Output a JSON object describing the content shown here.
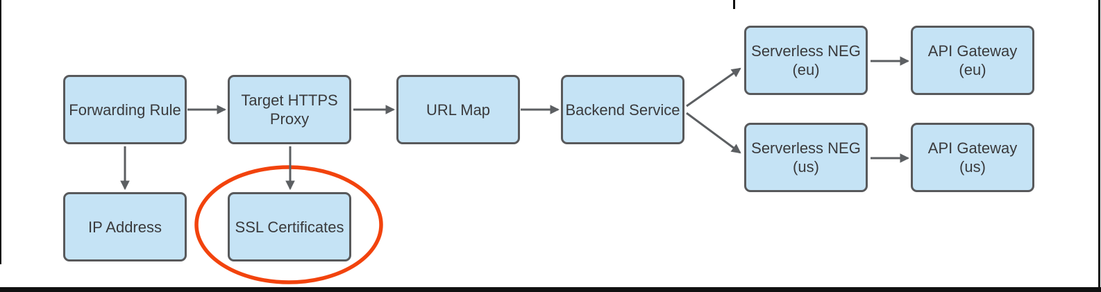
{
  "diagram": {
    "nodes": [
      {
        "id": "forwarding-rule",
        "label": "Forwarding Rule",
        "lines": [
          "Forwarding Rule"
        ]
      },
      {
        "id": "target-https-proxy",
        "label": "Target HTTPS Proxy",
        "lines": [
          "Target HTTPS",
          "Proxy"
        ]
      },
      {
        "id": "url-map",
        "label": "URL Map",
        "lines": [
          "URL Map"
        ]
      },
      {
        "id": "backend-service",
        "label": "Backend Service",
        "lines": [
          "Backend Service"
        ]
      },
      {
        "id": "serverless-neg-eu",
        "label": "Serverless NEG (eu)",
        "lines": [
          "Serverless NEG",
          "(eu)"
        ]
      },
      {
        "id": "api-gateway-eu",
        "label": "API Gateway (eu)",
        "lines": [
          "API Gateway",
          "(eu)"
        ]
      },
      {
        "id": "serverless-neg-us",
        "label": "Serverless NEG (us)",
        "lines": [
          "Serverless NEG",
          "(us)"
        ]
      },
      {
        "id": "api-gateway-us",
        "label": "API Gateway (us)",
        "lines": [
          "API Gateway",
          "(us)"
        ]
      },
      {
        "id": "ip-address",
        "label": "IP Address",
        "lines": [
          "IP Address"
        ]
      },
      {
        "id": "ssl-certificates",
        "label": "SSL Certificates",
        "lines": [
          "SSL Certificates"
        ],
        "highlighted": true
      }
    ],
    "edges": [
      {
        "from": "forwarding-rule",
        "to": "target-https-proxy"
      },
      {
        "from": "target-https-proxy",
        "to": "url-map"
      },
      {
        "from": "url-map",
        "to": "backend-service"
      },
      {
        "from": "backend-service",
        "to": "serverless-neg-eu"
      },
      {
        "from": "backend-service",
        "to": "serverless-neg-us"
      },
      {
        "from": "serverless-neg-eu",
        "to": "api-gateway-eu"
      },
      {
        "from": "serverless-neg-us",
        "to": "api-gateway-us"
      },
      {
        "from": "forwarding-rule",
        "to": "ip-address"
      },
      {
        "from": "target-https-proxy",
        "to": "ssl-certificates"
      }
    ],
    "annotation": {
      "type": "ellipse-highlight",
      "around": "ssl-certificates",
      "color": "#f2430d"
    },
    "colors": {
      "node_fill": "#c5e3f5",
      "node_border": "#58595b",
      "node_text": "#3a3a3c",
      "arrow": "#5c5f62",
      "highlight": "#f2430d",
      "screen_edge": "#101010",
      "background": "#ffffff"
    }
  }
}
